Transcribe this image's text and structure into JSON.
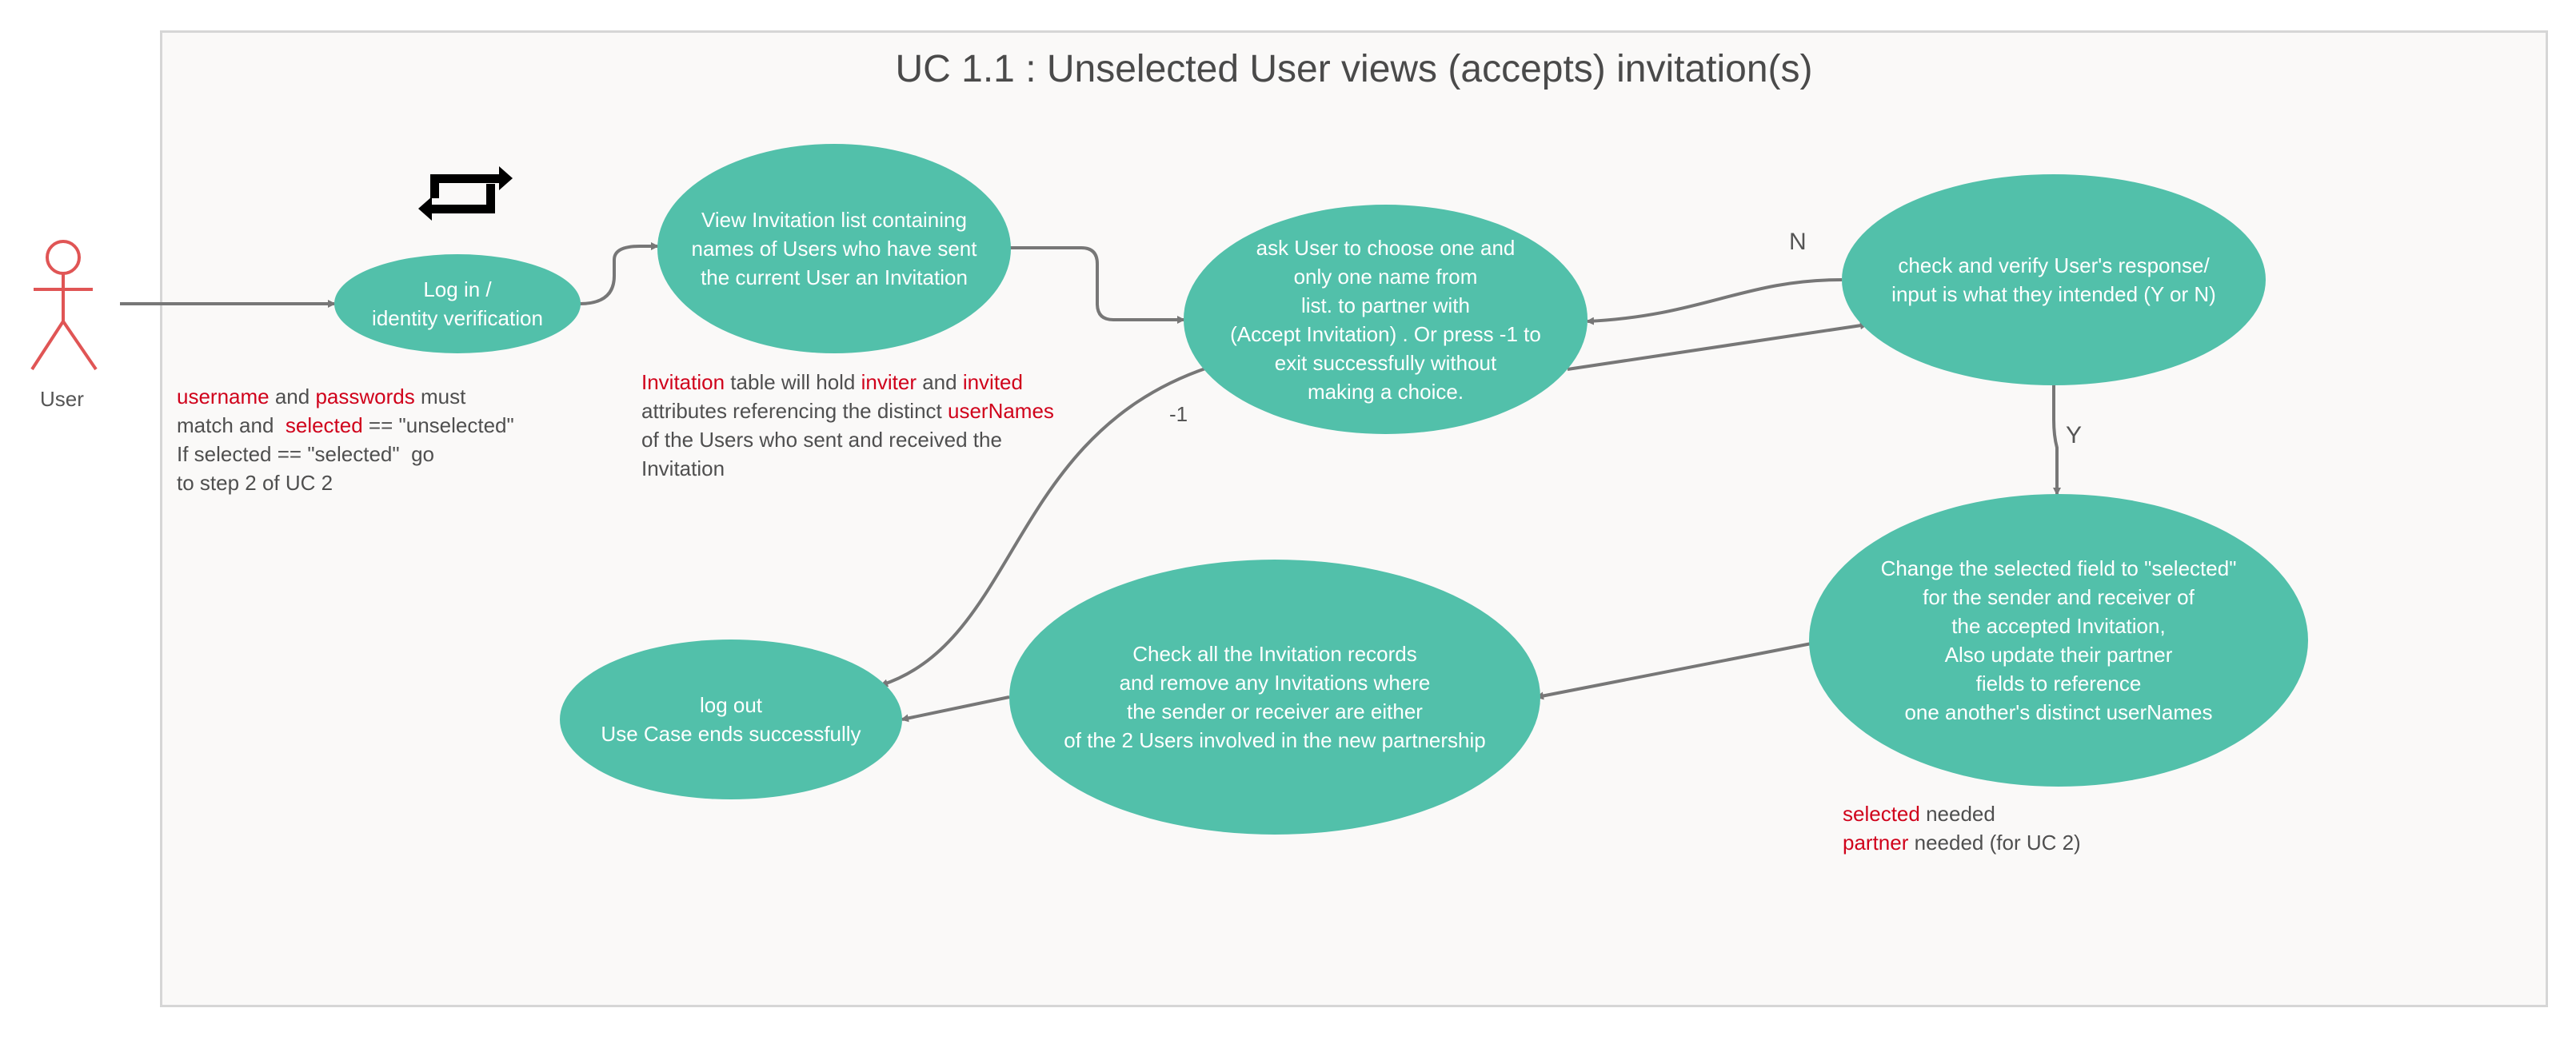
{
  "diagram": {
    "title": "UC 1.1 : Unselected User views (accepts) invitation(s)",
    "actor": {
      "label": "User",
      "color": "#e05555"
    },
    "colors": {
      "node": "#52c0aa",
      "edge": "#777777",
      "keyword": "#d0021b",
      "frame_bg": "#faf9f8"
    },
    "nodes": {
      "login": "Log in /\nidentity verification",
      "view_list": "View Invitation list containing\nnames of Users who have sent\nthe current User an Invitation",
      "choose": "ask User to choose one and\nonly one name from\nlist. to partner with\n(Accept Invitation) . Or press -1 to\nexit successfully without\nmaking a choice.",
      "verify": "check and verify User's response/\ninput  is what they intended (Y or N)",
      "change": "Change  the selected field to \"selected\"\nfor the sender and receiver of\nthe accepted Invitation,\nAlso update their partner\nfields to reference\none another's distinct userNames",
      "check_records": "Check all the Invitation records\nand remove any Invitations where\nthe sender or receiver are either\nof the 2 Users involved in the new partnership",
      "logout": "log out\nUse Case ends successfully"
    },
    "edge_labels": {
      "no": "N",
      "yes": "Y",
      "exit": "-1"
    },
    "icons": {
      "loop": "repeat-arrows-icon"
    },
    "notes": {
      "login": {
        "l1_k1": "username",
        "l1_t1": " and ",
        "l1_k2": "passwords",
        "l1_t2": " must",
        "l2_t1": "match and  ",
        "l2_k1": "selected",
        "l2_t2": " == \"unselected\"",
        "l3": "If selected == \"selected\"  go",
        "l4": "to step 2 of UC 2"
      },
      "invitation": {
        "l1_k1": "Invitation",
        "l1_t1": " table will hold ",
        "l1_k2": "inviter",
        "l1_t2": " and ",
        "l1_k3": "invited",
        "l2_t1": "attributes referencing the distinct ",
        "l2_k1": "userNames",
        "l3": "of the Users who sent and received the",
        "l4": "Invitation"
      },
      "change": {
        "l1_k1": "selected",
        "l1_t1": " needed",
        "l2_k1": "partner",
        "l2_t1": " needed (for UC 2)"
      }
    }
  }
}
